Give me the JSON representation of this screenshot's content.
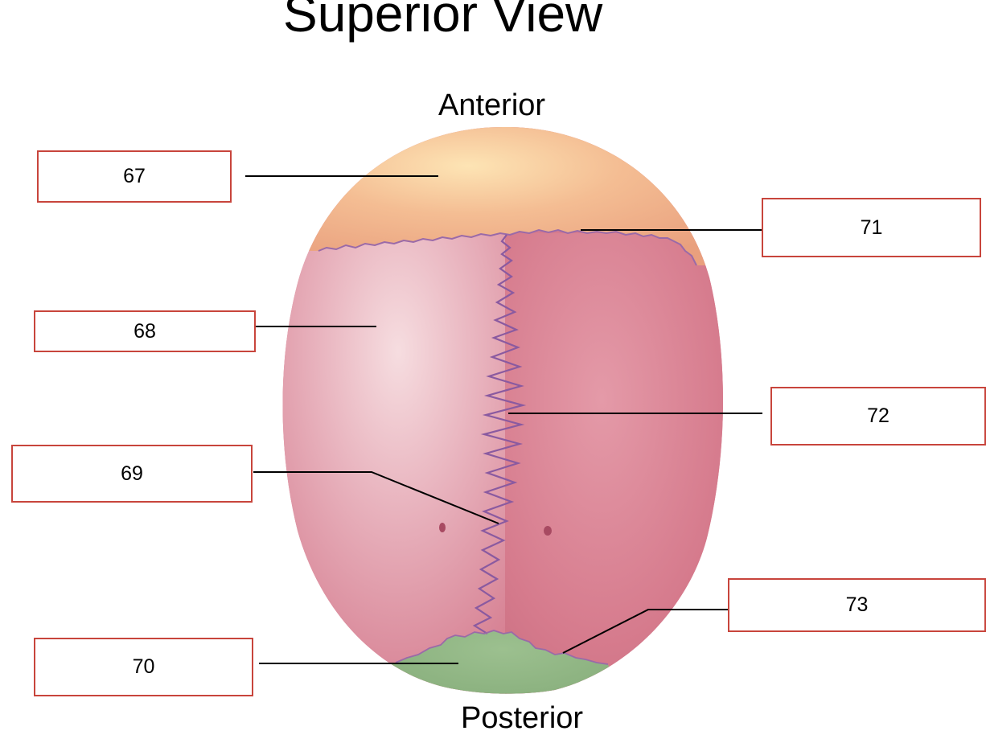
{
  "title": "Superior View",
  "orientation": {
    "top": "Anterior",
    "bottom": "Posterior"
  },
  "labels": [
    {
      "id": "67",
      "text": "67"
    },
    {
      "id": "68",
      "text": "68"
    },
    {
      "id": "69",
      "text": "69"
    },
    {
      "id": "70",
      "text": "70"
    },
    {
      "id": "71",
      "text": "71"
    },
    {
      "id": "72",
      "text": "72"
    },
    {
      "id": "73",
      "text": "73"
    }
  ],
  "colors": {
    "box_border": "#c8453c",
    "frontal": "#f2b48c",
    "parietal": "#d97a8c",
    "occipital": "#86ad7c",
    "suture": "#8a5aa0",
    "leader": "#000000"
  }
}
